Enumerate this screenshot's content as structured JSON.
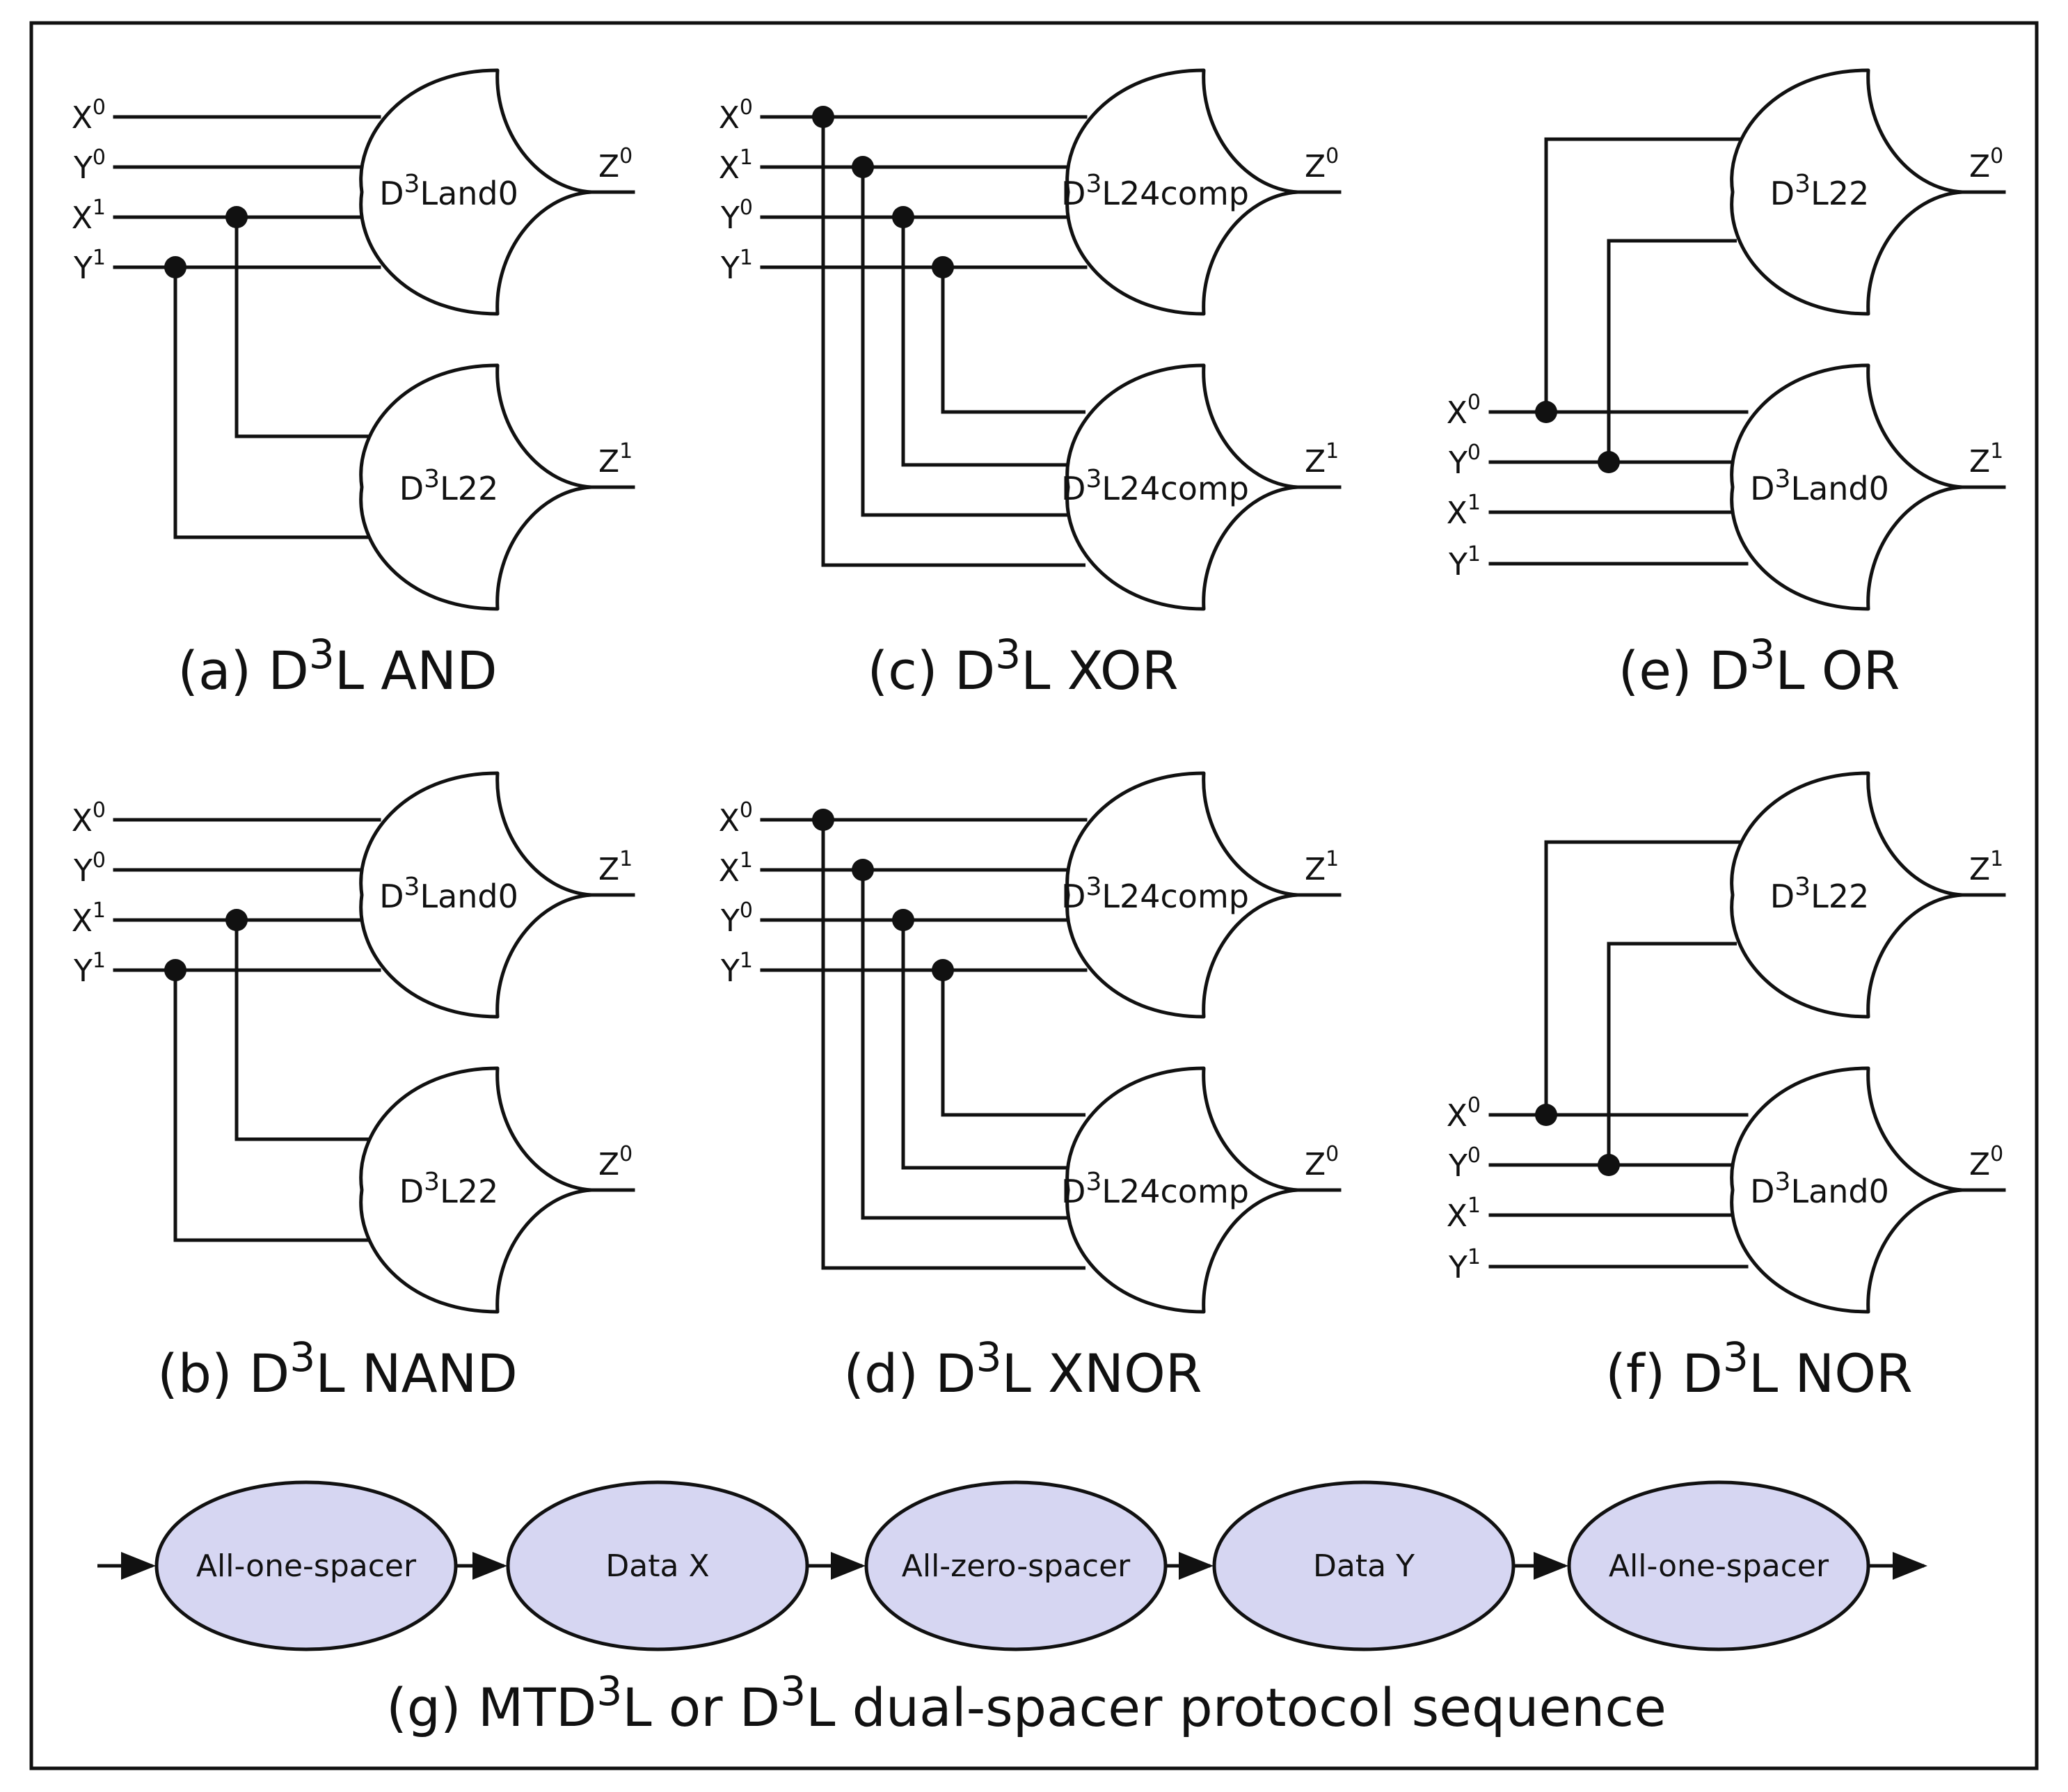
{
  "colors": {
    "line": "#111111",
    "state_fill": "#d6d6f2"
  },
  "panels": [
    {
      "id": "a",
      "caption": {
        "prefix": "(a)",
        "base": "D",
        "sup": "3",
        "rest": "L AND"
      },
      "inputs": [
        {
          "name": "X",
          "sup": "0"
        },
        {
          "name": "Y",
          "sup": "0"
        },
        {
          "name": "X",
          "sup": "1"
        },
        {
          "name": "Y",
          "sup": "1"
        }
      ],
      "gates": [
        {
          "label_base": "D",
          "label_sup": "3",
          "label_rest": "Land0",
          "out_name": "Z",
          "out_sup": "0"
        },
        {
          "label_base": "D",
          "label_sup": "3",
          "label_rest": "L22",
          "out_name": "Z",
          "out_sup": "1"
        }
      ]
    },
    {
      "id": "b",
      "caption": {
        "prefix": "(b)",
        "base": "D",
        "sup": "3",
        "rest": "L NAND"
      },
      "inputs": [
        {
          "name": "X",
          "sup": "0"
        },
        {
          "name": "Y",
          "sup": "0"
        },
        {
          "name": "X",
          "sup": "1"
        },
        {
          "name": "Y",
          "sup": "1"
        }
      ],
      "gates": [
        {
          "label_base": "D",
          "label_sup": "3",
          "label_rest": "Land0",
          "out_name": "Z",
          "out_sup": "1"
        },
        {
          "label_base": "D",
          "label_sup": "3",
          "label_rest": "L22",
          "out_name": "Z",
          "out_sup": "0"
        }
      ]
    },
    {
      "id": "c",
      "caption": {
        "prefix": "(c)",
        "base": "D",
        "sup": "3",
        "rest": "L XOR"
      },
      "inputs": [
        {
          "name": "X",
          "sup": "0"
        },
        {
          "name": "X",
          "sup": "1"
        },
        {
          "name": "Y",
          "sup": "0"
        },
        {
          "name": "Y",
          "sup": "1"
        }
      ],
      "gates": [
        {
          "label_base": "D",
          "label_sup": "3",
          "label_rest": "L24comp",
          "out_name": "Z",
          "out_sup": "0"
        },
        {
          "label_base": "D",
          "label_sup": "3",
          "label_rest": "L24comp",
          "out_name": "Z",
          "out_sup": "1"
        }
      ]
    },
    {
      "id": "d",
      "caption": {
        "prefix": "(d)",
        "base": "D",
        "sup": "3",
        "rest": "L XNOR"
      },
      "inputs": [
        {
          "name": "X",
          "sup": "0"
        },
        {
          "name": "X",
          "sup": "1"
        },
        {
          "name": "Y",
          "sup": "0"
        },
        {
          "name": "Y",
          "sup": "1"
        }
      ],
      "gates": [
        {
          "label_base": "D",
          "label_sup": "3",
          "label_rest": "L24comp",
          "out_name": "Z",
          "out_sup": "1"
        },
        {
          "label_base": "D",
          "label_sup": "3",
          "label_rest": "L24comp",
          "out_name": "Z",
          "out_sup": "0"
        }
      ]
    },
    {
      "id": "e",
      "caption": {
        "prefix": "(e)",
        "base": "D",
        "sup": "3",
        "rest": "L OR"
      },
      "inputs": [
        {
          "name": "X",
          "sup": "0"
        },
        {
          "name": "Y",
          "sup": "0"
        },
        {
          "name": "X",
          "sup": "1"
        },
        {
          "name": "Y",
          "sup": "1"
        }
      ],
      "gates": [
        {
          "label_base": "D",
          "label_sup": "3",
          "label_rest": "L22",
          "out_name": "Z",
          "out_sup": "0"
        },
        {
          "label_base": "D",
          "label_sup": "3",
          "label_rest": "Land0",
          "out_name": "Z",
          "out_sup": "1"
        }
      ]
    },
    {
      "id": "f",
      "caption": {
        "prefix": "(f)",
        "base": "D",
        "sup": "3",
        "rest": "L NOR"
      },
      "inputs": [
        {
          "name": "X",
          "sup": "0"
        },
        {
          "name": "Y",
          "sup": "0"
        },
        {
          "name": "X",
          "sup": "1"
        },
        {
          "name": "Y",
          "sup": "1"
        }
      ],
      "gates": [
        {
          "label_base": "D",
          "label_sup": "3",
          "label_rest": "L22",
          "out_name": "Z",
          "out_sup": "1"
        },
        {
          "label_base": "D",
          "label_sup": "3",
          "label_rest": "Land0",
          "out_name": "Z",
          "out_sup": "0"
        }
      ]
    }
  ],
  "protocol": {
    "states": [
      "All-one-spacer",
      "Data X",
      "All-zero-spacer",
      "Data Y",
      "All-one-spacer"
    ],
    "caption": {
      "prefix": "(g) MTD",
      "sup1": "3",
      "mid": "L or D",
      "sup2": "3",
      "rest": "L dual-spacer protocol sequence"
    }
  }
}
